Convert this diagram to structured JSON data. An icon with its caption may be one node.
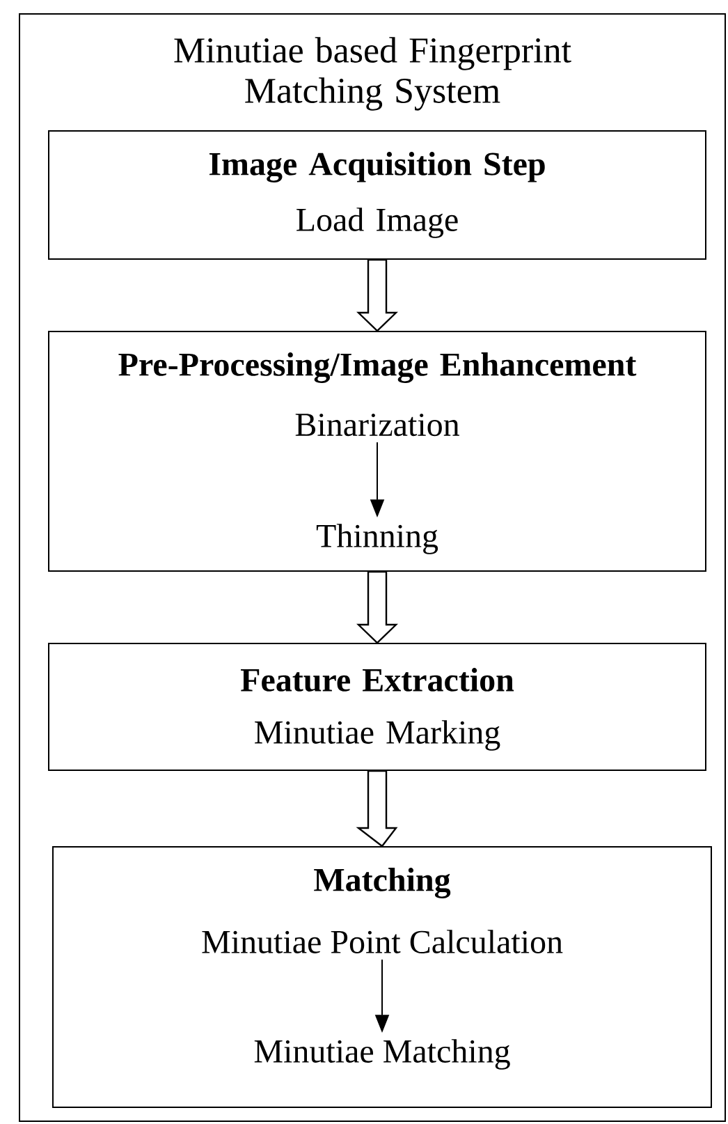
{
  "diagram": {
    "nodes": [
      {
        "text": [
          "Minutiae based Fingerprint Matching System"
        ]
      },
      {
        "text": [
          "Image Acquisition Step",
          "Load Image"
        ],
        "in": 0
      },
      {
        "text": [
          "Pre-Processing/Image Enhancement"
        ],
        "in": 0
      },
      {
        "text": [
          "Binarization"
        ],
        "in": 2
      },
      {
        "text": [
          "Thinning"
        ],
        "in": 2
      },
      {
        "text": [
          "Feature Extraction",
          "Minutiae Marking"
        ],
        "in": 0
      },
      {
        "text": [
          "Matching"
        ],
        "in": 0
      },
      {
        "text": [
          "Minutiae Point Calculation"
        ],
        "in": 6
      },
      {
        "text": [
          "Minutiae Matching"
        ],
        "in": 6
      }
    ],
    "edges": [
      {
        "from": 1,
        "to": 2,
        "arrow": "to",
        "style": "thick"
      },
      {
        "from": 3,
        "to": 4,
        "arrow": "to"
      },
      {
        "from": 2,
        "to": 5,
        "arrow": "to",
        "style": "thick"
      },
      {
        "from": 5,
        "to": 6,
        "arrow": "to",
        "style": "thick"
      },
      {
        "from": 7,
        "to": 8,
        "arrow": "to"
      }
    ]
  }
}
